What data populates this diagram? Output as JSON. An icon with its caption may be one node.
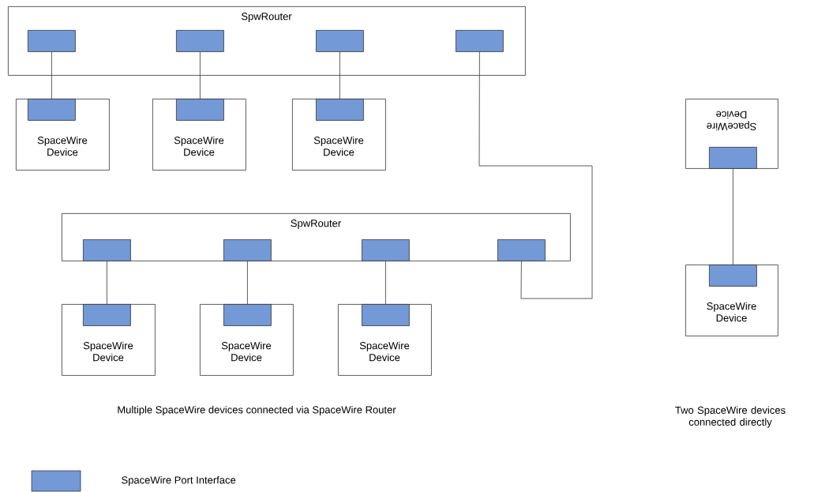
{
  "diagram": {
    "nodes": [
      {
        "text": [
          "SpwRouter"
        ]
      },
      {
        "text": [],
        "shape": "box",
        "in": 0
      },
      {
        "text": [],
        "shape": "box",
        "in": 0
      },
      {
        "text": [],
        "shape": "box",
        "in": 0
      },
      {
        "text": [],
        "shape": "box",
        "in": 0
      },
      {
        "text": [
          "SpaceWire Device"
        ]
      },
      {
        "text": [],
        "shape": "box",
        "in": 5
      },
      {
        "text": [
          "SpaceWire Device"
        ]
      },
      {
        "text": [],
        "shape": "box",
        "in": 7
      },
      {
        "text": [
          "SpaceWire Device"
        ]
      },
      {
        "text": [],
        "shape": "box",
        "in": 9
      },
      {
        "text": [
          "SpwRouter"
        ]
      },
      {
        "text": [],
        "shape": "box",
        "in": 11
      },
      {
        "text": [],
        "shape": "box",
        "in": 11
      },
      {
        "text": [],
        "shape": "box",
        "in": 11
      },
      {
        "text": [],
        "shape": "box",
        "in": 11
      },
      {
        "text": [
          "SpaceWire Device"
        ]
      },
      {
        "text": [],
        "shape": "box",
        "in": 16
      },
      {
        "text": [
          "SpaceWire Device"
        ]
      },
      {
        "text": [],
        "shape": "box",
        "in": 18
      },
      {
        "text": [
          "SpaceWire Device"
        ]
      },
      {
        "text": [],
        "shape": "box",
        "in": 20
      },
      {
        "text": [
          "SpaceWire Device"
        ]
      },
      {
        "text": [],
        "shape": "box",
        "in": 22
      },
      {
        "text": [
          "SpaceWire Device"
        ]
      },
      {
        "text": [],
        "shape": "box",
        "in": 24
      }
    ],
    "edges": [
      {
        "from": 1,
        "to": 6,
        "arrow": "none"
      },
      {
        "from": 2,
        "to": 8,
        "arrow": "none"
      },
      {
        "from": 3,
        "to": 10,
        "arrow": "none"
      },
      {
        "from": 4,
        "to": 15,
        "arrow": "none"
      },
      {
        "from": 12,
        "to": 17,
        "arrow": "none"
      },
      {
        "from": 13,
        "to": 19,
        "arrow": "none"
      },
      {
        "from": 14,
        "to": 21,
        "arrow": "none"
      },
      {
        "from": 23,
        "to": 25,
        "arrow": "none"
      }
    ],
    "labels": [
      "Multiple SpaceWire devices connected via SpaceWire Router",
      "Two SpaceWire devices connected directly"
    ],
    "legend": [
      {
        "text": "SpaceWire Port Interface",
        "color": "#7399d6"
      }
    ]
  }
}
